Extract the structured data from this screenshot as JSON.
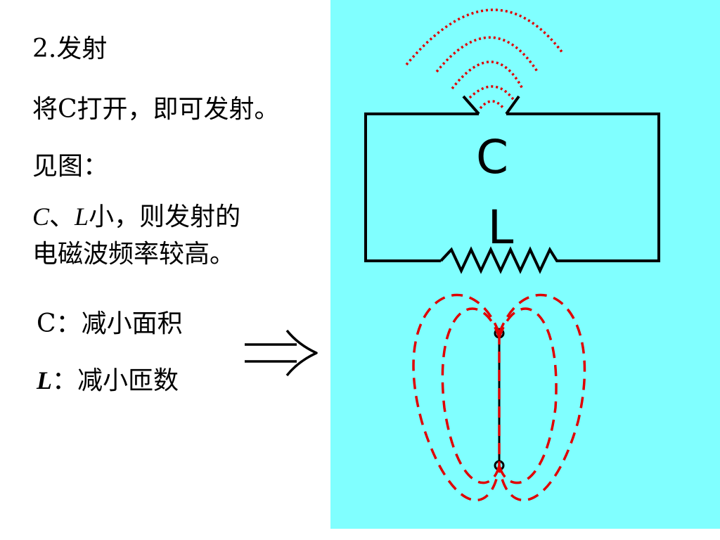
{
  "text": {
    "title": "2.发射",
    "open_c": "将C打开，即可发射。",
    "see_fig": "见图：",
    "cl_small": {
      "c": "C",
      "sep": "、",
      "l": "L",
      "rest": "小，则发射的"
    },
    "freq_high": "电磁波频率较高。",
    "c_reduce": {
      "label": "C",
      "colon": "：",
      "text": "减小面积"
    },
    "l_reduce": {
      "label": "L",
      "colon": "：",
      "text": "减小匝数"
    }
  },
  "diagram": {
    "capacitor_label": "C",
    "inductor_label": "L"
  },
  "colors": {
    "panel_background": "#80ffff",
    "wave_color": "#e00000",
    "circuit_color": "#000000"
  }
}
